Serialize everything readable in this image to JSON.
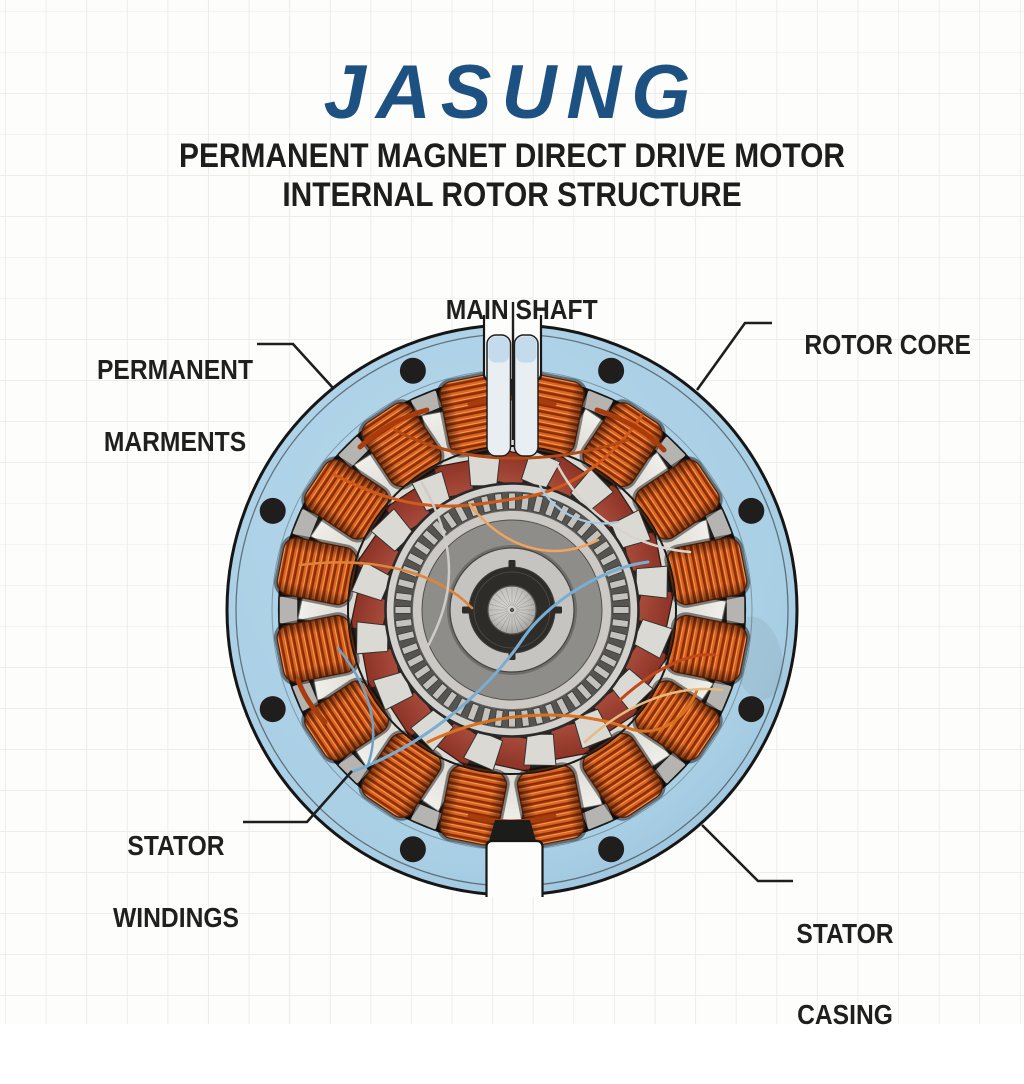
{
  "brand": "JASUNG",
  "subtitle": {
    "line1": "PERMANENT MAGNET DIRECT DRIVE MOTOR",
    "line2": "INTERNAL ROTOR STRUCTURE"
  },
  "labels": {
    "main_shaft": "MAIN SHAFT",
    "permanent_magnets": [
      "PERMANENT",
      "MARMENTS"
    ],
    "rotor_core": "ROTOR CORE",
    "stator_windings": [
      "STATOR",
      "WINDINGS"
    ],
    "stator_casing": [
      "STATOR",
      "CASING"
    ]
  },
  "diagram": {
    "coil_count": 16,
    "tooth_count": 16,
    "bolt_count": 8,
    "lamination_segment_count": 52,
    "colors": {
      "brand_blue": "#1d5181",
      "text_dark": "#1f1f1f",
      "casing_blue": "#a9cfe5",
      "casing_blue_light": "#b6d7ea",
      "casing_blue_dark": "#93bcd6",
      "outline_black": "#161616",
      "stator_dark": "#212120",
      "magnet_ring_dark": "#232220",
      "magnet_red_top": "#8d3427",
      "magnet_red_bottom": "#a84b3b",
      "copper_base": "#b04208",
      "copper_bright": "#e2621c",
      "copper_highlight": "#f59a55",
      "copper_shadow": "#7c2a06",
      "tooth_white_top": "#f1efe9",
      "tooth_white_bottom": "#d9d7d1",
      "wedge_white": "#dbd9d3",
      "tooth_block_gray": "#b6b4b0",
      "rotor_rim": "#d3d1cd",
      "segment_base": "#565450",
      "segment_light": "#c4c2be",
      "ring_light": "#ccc9c5",
      "ring_medium": "#8f8d89",
      "ring_bright": "#c6c4c0",
      "hub_dark": "#2e2c29",
      "shaft_center": "#d8d6d2",
      "shaft_edge": "#a9a7a3",
      "wire_blue": "#79aed4",
      "wire_silver": "#d6d3cf",
      "wire_tan": "#e5bb80",
      "leader": "#1e1e1e",
      "background": "#fdfdfb"
    }
  }
}
